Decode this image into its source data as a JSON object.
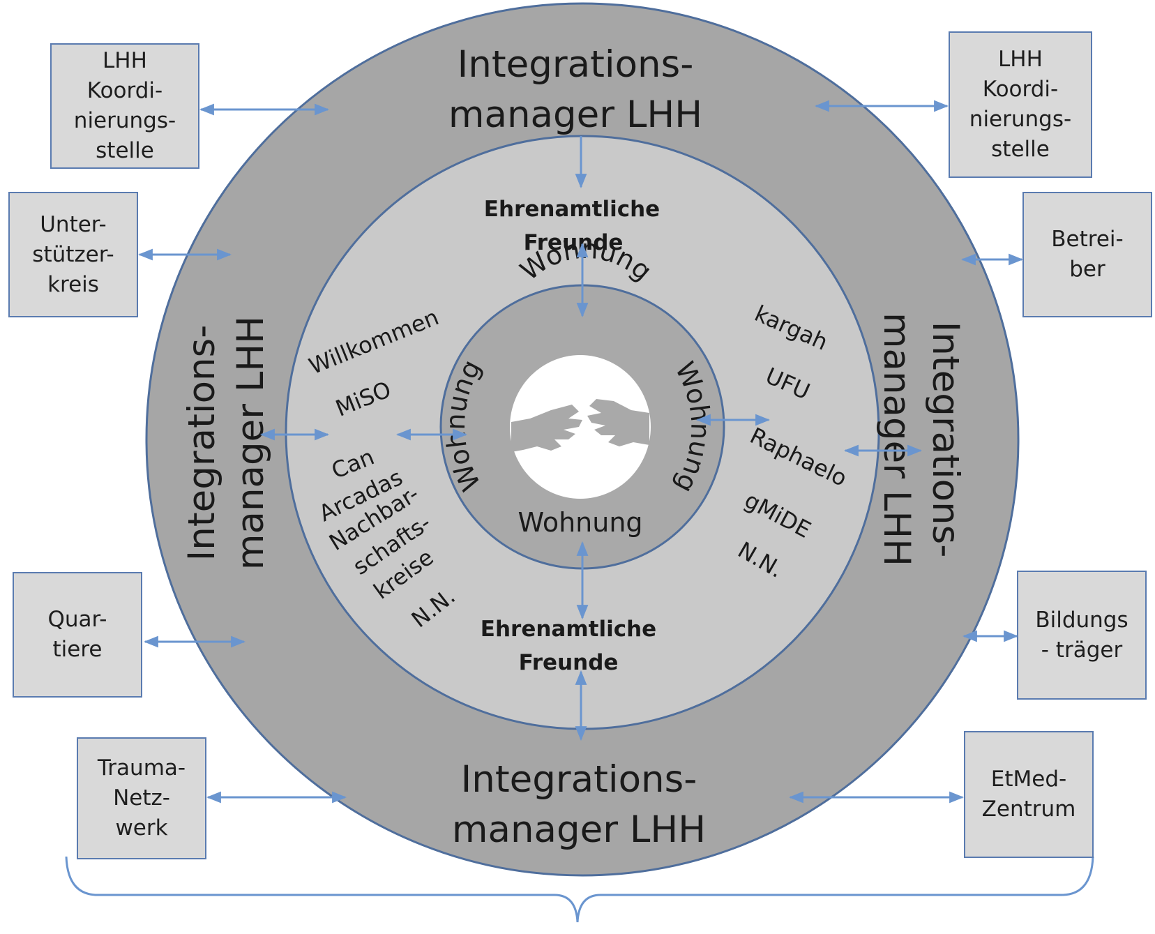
{
  "outer_ring": {
    "top": [
      "Integrations-",
      "manager LHH"
    ],
    "bottom": [
      "Integrations-",
      "manager LHH"
    ],
    "left": [
      "Integrations-",
      "manager LHH"
    ],
    "right": [
      "Integrations-",
      "manager LHH"
    ]
  },
  "middle_ring": {
    "top": [
      "Ehrenamtliche",
      "Freunde"
    ],
    "bottom": [
      "Ehrenamtliche",
      "Freunde"
    ],
    "left_orgs": [
      "Willkommen",
      "MiSO",
      "Can",
      "Arcadas",
      "Nachbar-",
      "schafts-",
      "kreise",
      "N.N."
    ],
    "right_orgs": [
      "kargah",
      "UFU",
      "Raphaelo",
      "gMiDE",
      "N.N."
    ]
  },
  "inner_circle": {
    "top": "Wohnung",
    "bottom": "Wohnung",
    "left": "Wohnung",
    "right": "Wohnung"
  },
  "boxes": {
    "top_left": "LHH\nKoordi-\nnierungs-\nstelle",
    "left_upper": "Unter-\nstützer-\nkreis",
    "left_lower": "Quar-\ntiere",
    "bottom_left": "Trauma-\nNetz-\nwerk",
    "top_right": "LHH\nKoordi-\nnierungs-\nstelle",
    "right_upper": "Betrei-\nber",
    "right_lower": "Bildungs\n- träger",
    "bottom_right": "EtMed-\nZentrum"
  },
  "colors": {
    "outer_ring": "#a6a6a6",
    "middle_ring": "#c9c9c9",
    "inner_circle": "#a9a9a9",
    "box_fill": "#d9d9d9",
    "border_blue": "#5a7bb0",
    "arrow_blue": "#6a95cf"
  },
  "icons": [
    "helping-hands-icon"
  ]
}
